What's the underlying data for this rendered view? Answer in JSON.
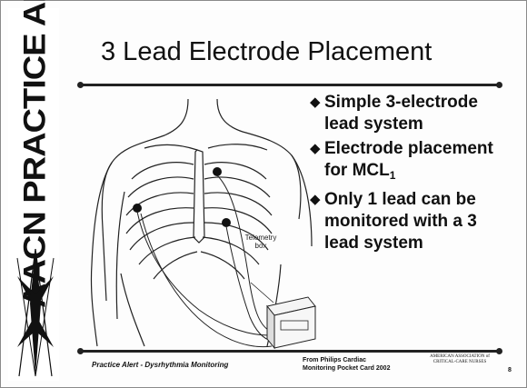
{
  "banner": {
    "text": "AACN PRACTICE ALERT"
  },
  "slide": {
    "title": "3 Lead Electrode Placement"
  },
  "illustration": {
    "telemetry_label": "Telemetry box"
  },
  "bullets": [
    {
      "text": "Simple 3-electrode lead system"
    },
    {
      "text_main": "Electrode placement for MCL",
      "subscript": "1"
    },
    {
      "text": "Only 1 lead can be monitored with a 3 lead system"
    }
  ],
  "footer": {
    "left": "Practice Alert - Dysrhythmia Monitoring",
    "source_line1": "From Philips Cardiac",
    "source_line2": "Monitoring Pocket Card 2002",
    "org": "AMERICAN ASSOCIATION of CRITICAL-CARE NURSES",
    "page": "8"
  },
  "colors": {
    "ink": "#111111",
    "paper": "#fdfdfd"
  }
}
